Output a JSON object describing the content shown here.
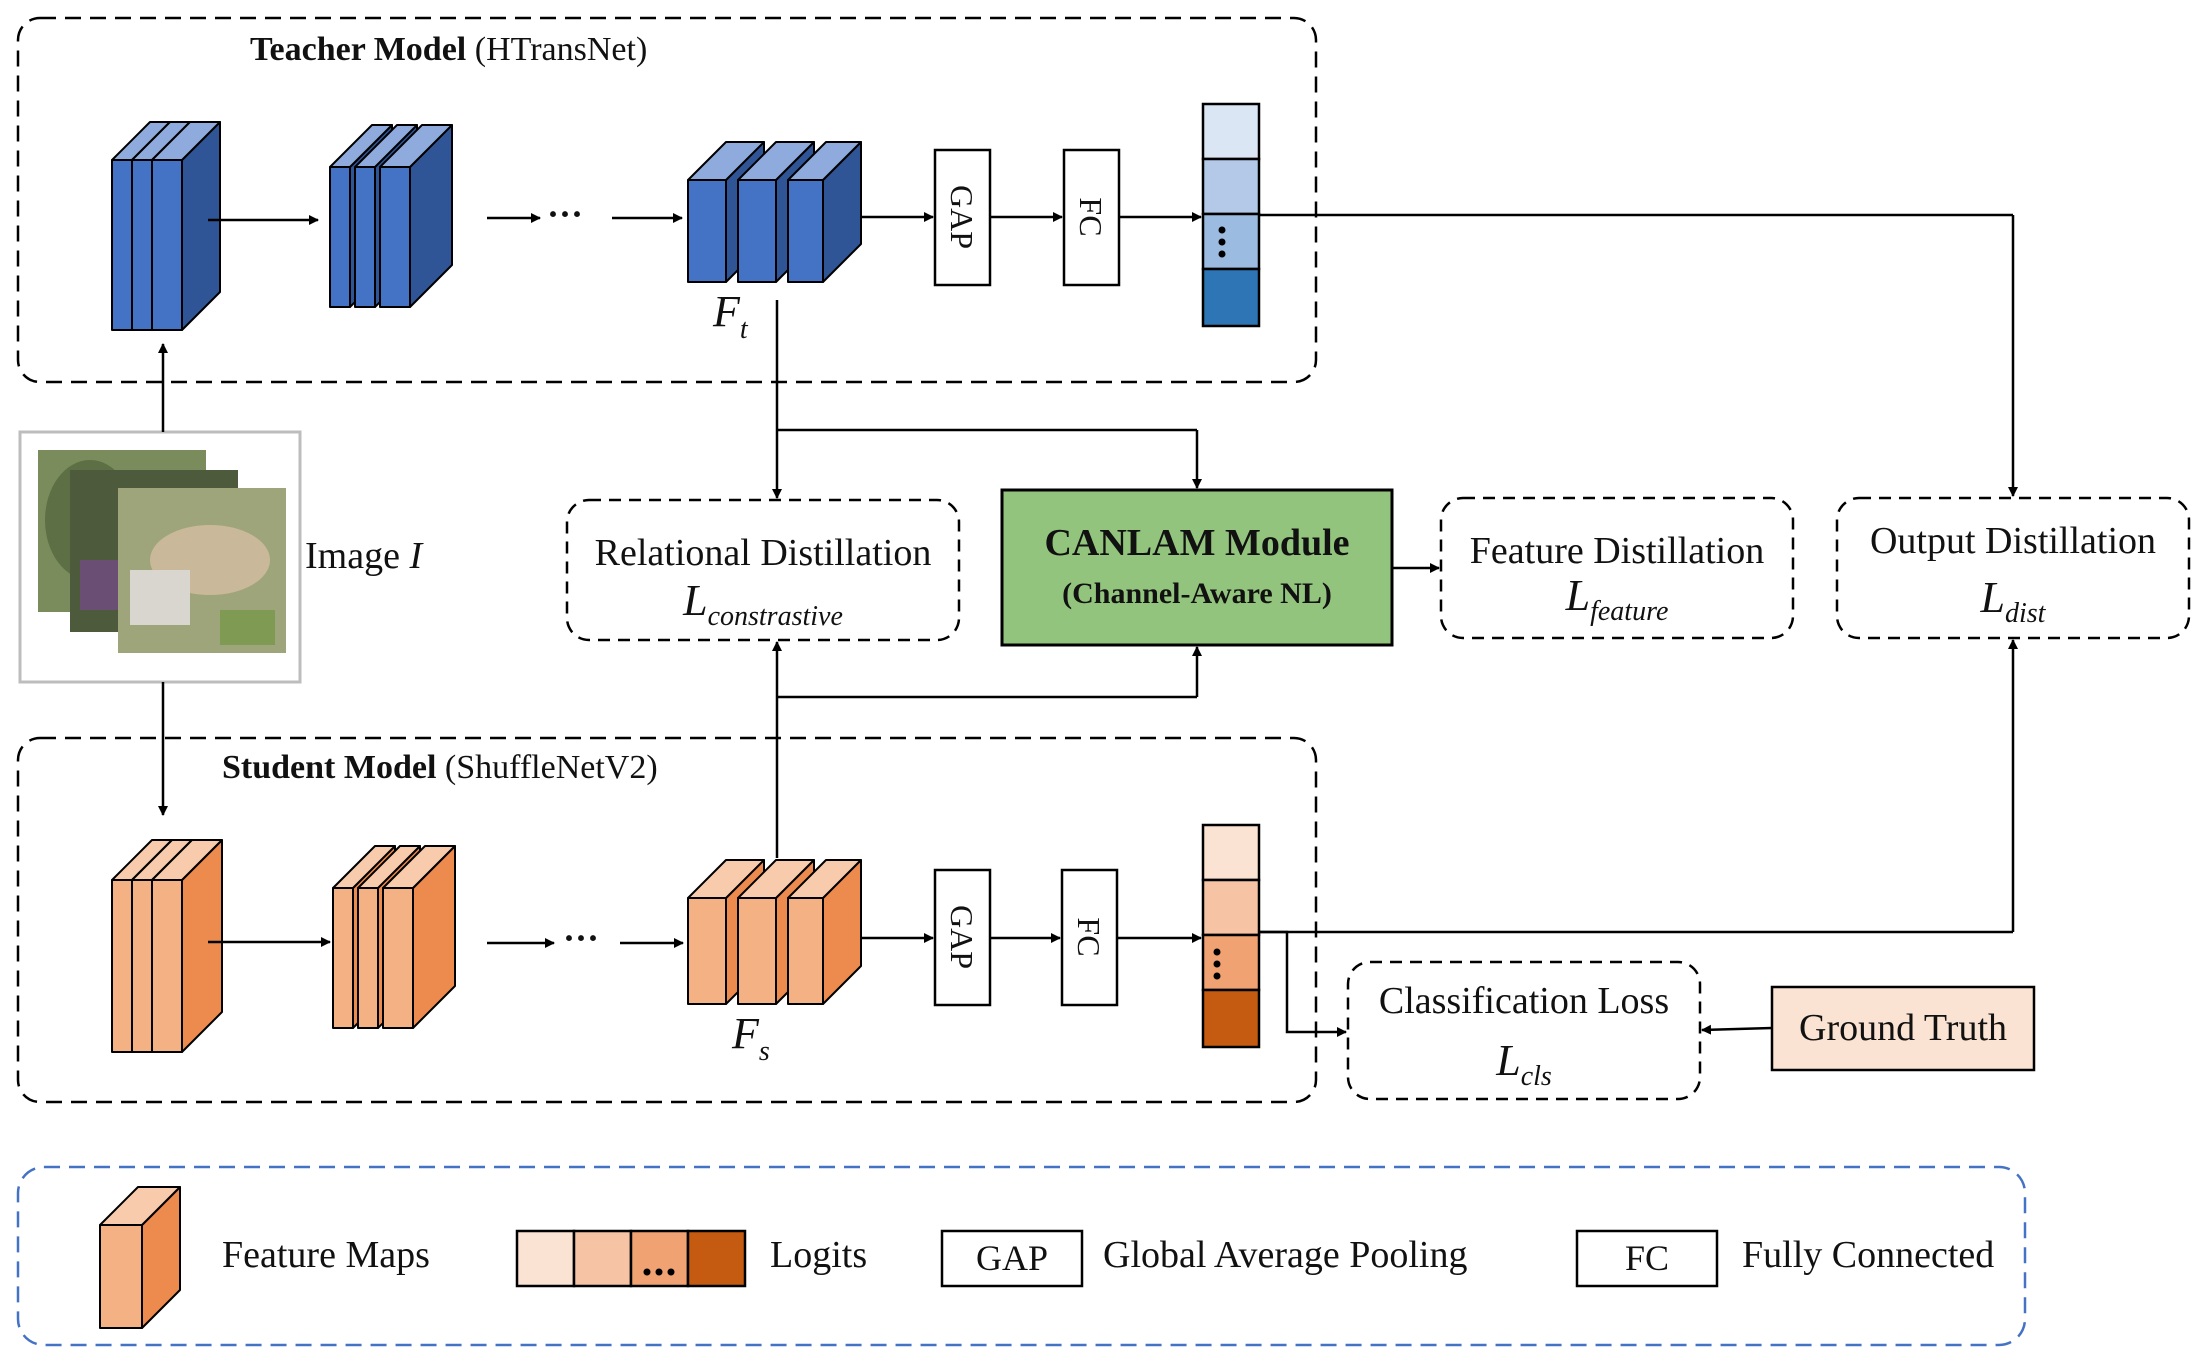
{
  "teacher": {
    "title_bold": "Teacher Model",
    "title_rest": " (HTransNet)",
    "feature_label": "F",
    "feature_sub": "t"
  },
  "student": {
    "title_bold": "Student Model",
    "title_rest": " (ShuffleNetV2)",
    "feature_label": "F",
    "feature_sub": "s"
  },
  "image": {
    "label": "Image ",
    "label_italic": "I"
  },
  "ellipsis": "···",
  "gap_label": "GAP",
  "fc_label": "FC",
  "boxes": {
    "relational": {
      "title": "Relational Distillation",
      "loss": "L",
      "loss_sub": "constrastive"
    },
    "canlam": {
      "title": "CANLAM Module",
      "subtitle": "(Channel-Aware NL)"
    },
    "feature": {
      "title": "Feature Distillation",
      "loss": "L",
      "loss_sub": "feature"
    },
    "output": {
      "title": "Output Distillation",
      "loss": "L",
      "loss_sub": "dist"
    },
    "classification": {
      "title": "Classification Loss",
      "loss": "L",
      "loss_sub": "cls"
    },
    "ground_truth": {
      "title": "Ground Truth"
    }
  },
  "legend": {
    "feature_maps": "Feature Maps",
    "logits": "Logits",
    "gap_box": "GAP",
    "gap_desc": "Global Average Pooling",
    "fc_box": "FC",
    "fc_desc": "Fully Connected"
  },
  "colors": {
    "blue_front": "#4472c4",
    "blue_top": "#8faadc",
    "blue_side": "#2f5597",
    "orange_front": "#f4b183",
    "orange_top": "#f8cbad",
    "orange_side": "#ed8b4f",
    "teacher_logits": [
      "#dbe6f4",
      "#b4c9e8",
      "#9bbbe0",
      "#2e75b6"
    ],
    "student_logits": [
      "#fbe3d4",
      "#f6c4a4",
      "#f1a272",
      "#c55a11"
    ],
    "canlam_fill": "#93c47d",
    "ground_truth_fill": "#fbe3d4",
    "legend_border": "#4472c4"
  }
}
